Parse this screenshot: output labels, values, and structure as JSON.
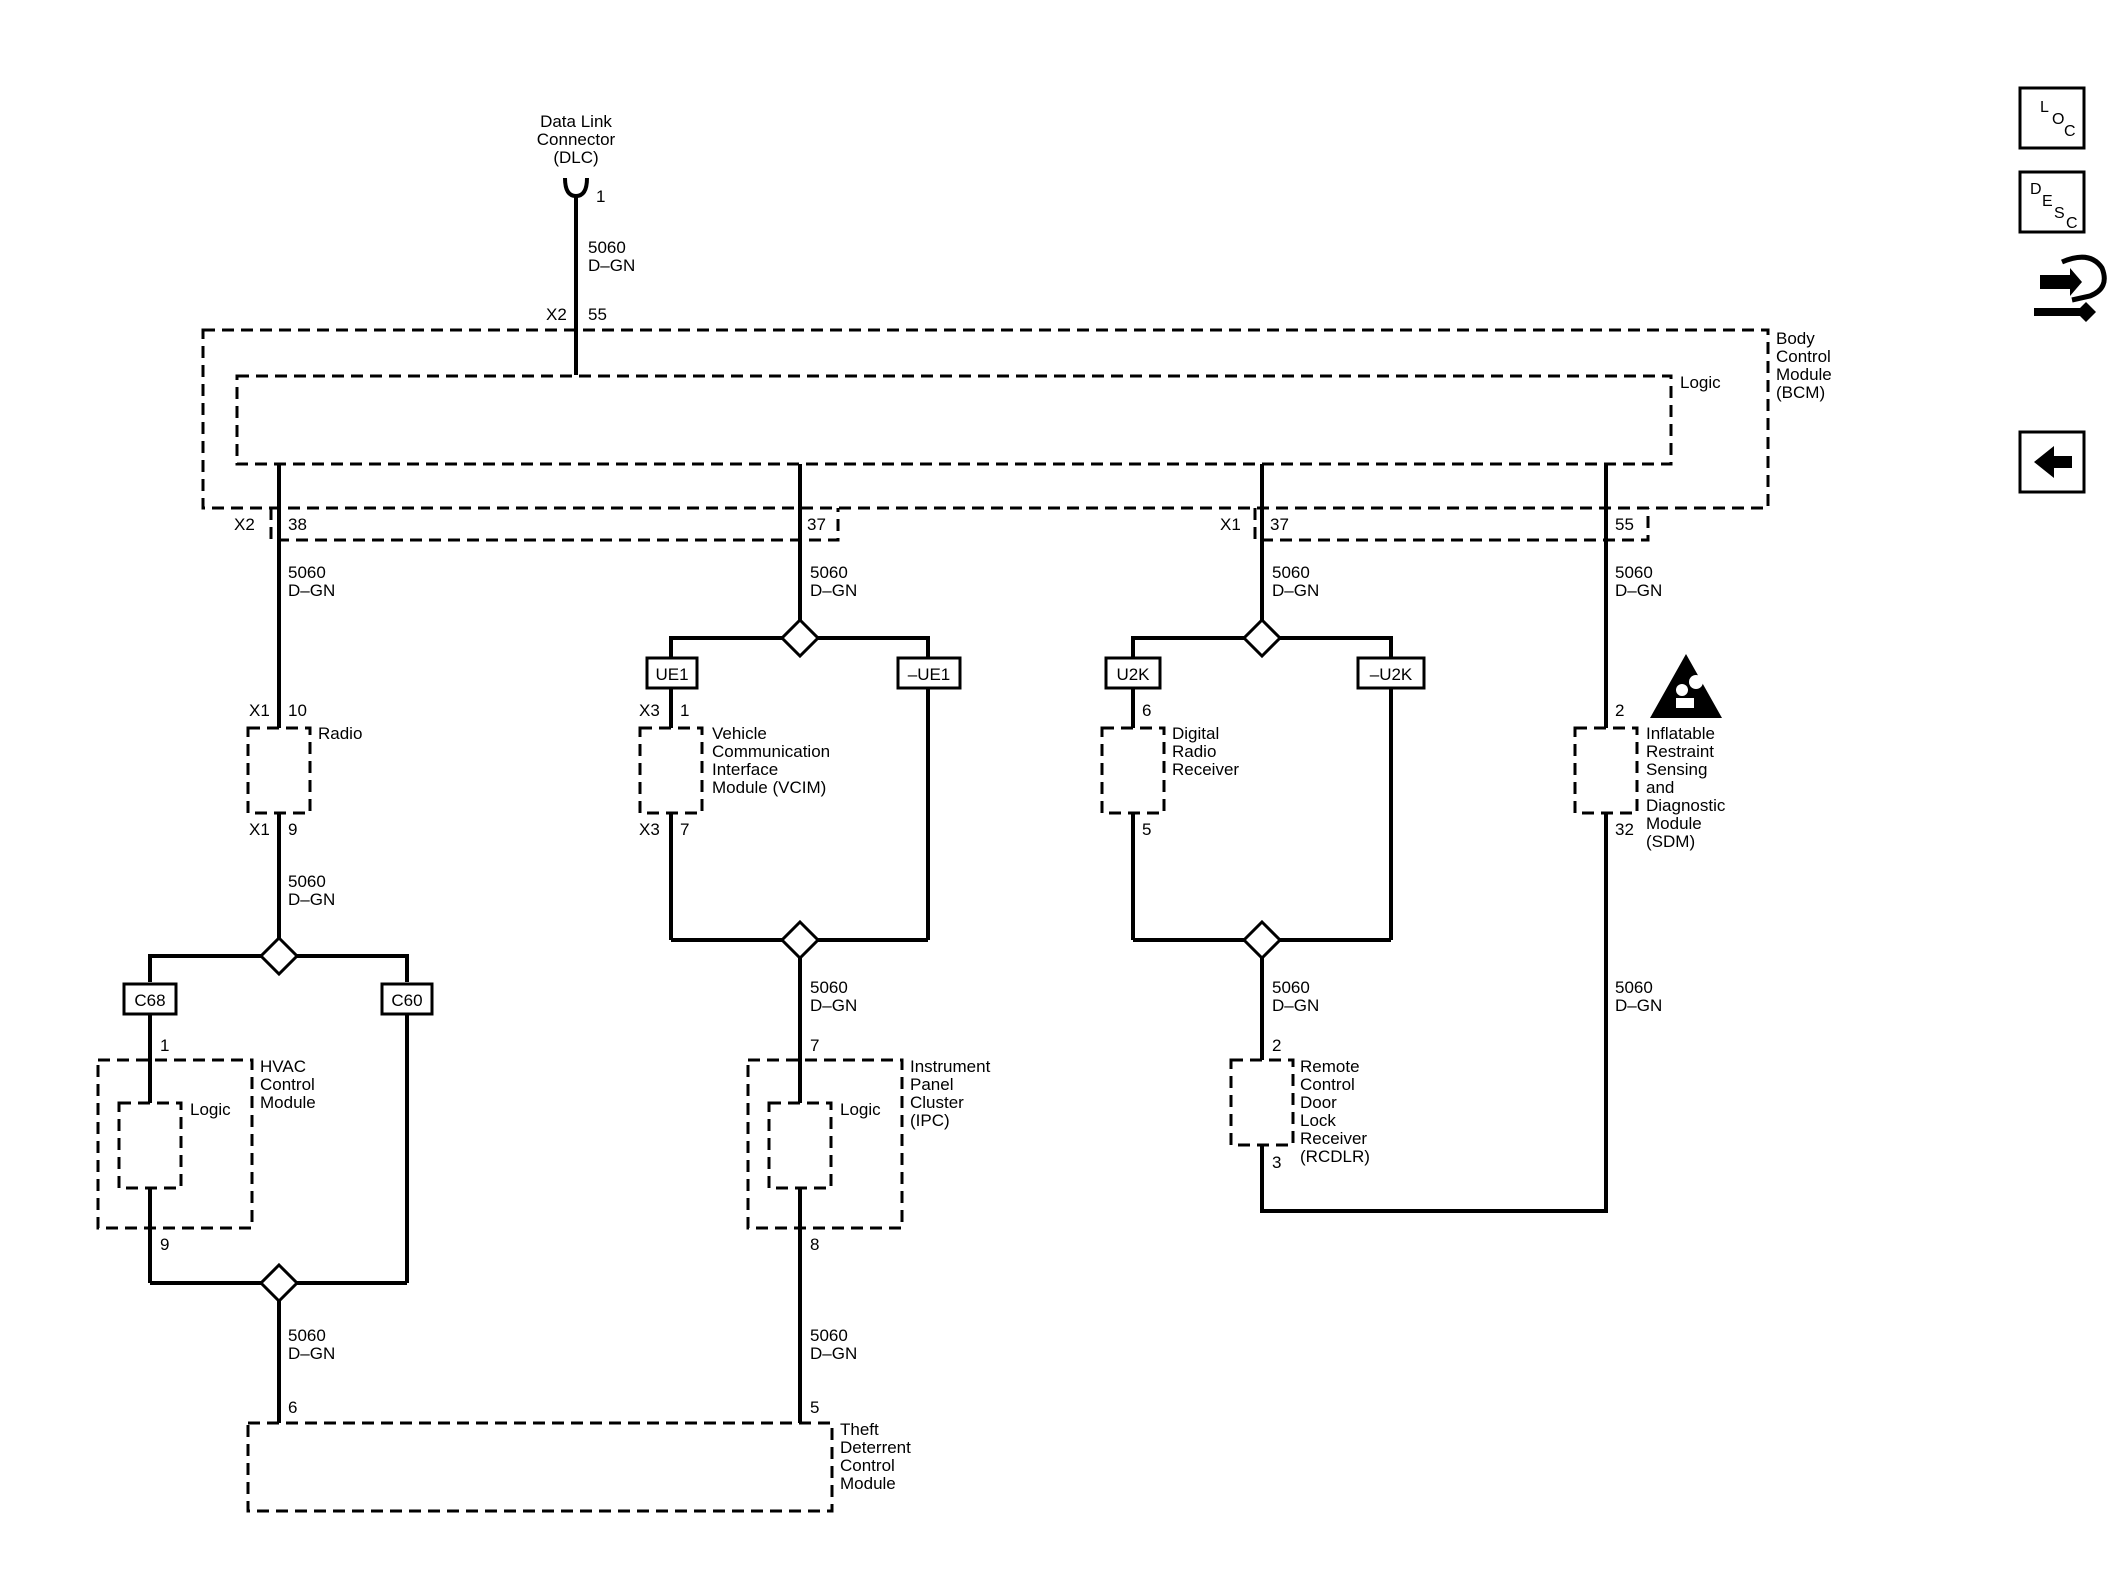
{
  "dlc": {
    "name_1": "Data Link",
    "name_2": "Connector",
    "name_3": "(DLC)",
    "pin": "1"
  },
  "wire": {
    "circuit": "5060",
    "color": "D–GN"
  },
  "bcm": {
    "name_1": "Body",
    "name_2": "Control",
    "name_3": "Module",
    "name_4": "(BCM)",
    "logic": "Logic",
    "x2": "X2",
    "x1": "X1",
    "p55": "55",
    "p38": "38",
    "p37a": "37",
    "p37b": "37",
    "p55b": "55"
  },
  "radio": {
    "name": "Radio",
    "x1a": "X1",
    "p10": "10",
    "x1b": "X1",
    "p9": "9"
  },
  "splices": {
    "ue1": "UE1",
    "nue1": "–UE1",
    "u2k": "U2K",
    "nu2k": "–U2K",
    "c68": "C68",
    "c60": "C60"
  },
  "vcim": {
    "name_1": "Vehicle",
    "name_2": "Communication",
    "name_3": "Interface",
    "name_4": "Module (VCIM)",
    "x3a": "X3",
    "p1": "1",
    "x3b": "X3",
    "p7": "7"
  },
  "drr": {
    "name_1": "Digital",
    "name_2": "Radio",
    "name_3": "Receiver",
    "p6": "6",
    "p5": "5"
  },
  "sdm": {
    "name_1": "Inflatable",
    "name_2": "Restraint",
    "name_3": "Sensing",
    "name_4": "and",
    "name_5": "Diagnostic",
    "name_6": "Module",
    "name_7": "(SDM)",
    "p2": "2",
    "p32": "32"
  },
  "hvac": {
    "name_1": "HVAC",
    "name_2": "Control",
    "name_3": "Module",
    "logic": "Logic",
    "p1": "1",
    "p9": "9"
  },
  "ipc": {
    "name_1": "Instrument",
    "name_2": "Panel",
    "name_3": "Cluster",
    "name_4": "(IPC)",
    "logic": "Logic",
    "p7": "7",
    "p8": "8"
  },
  "rcdlr": {
    "name_1": "Remote",
    "name_2": "Control",
    "name_3": "Door",
    "name_4": "Lock",
    "name_5": "Receiver",
    "name_6": "(RCDLR)",
    "p2": "2",
    "p3": "3"
  },
  "tdcm": {
    "name_1": "Theft",
    "name_2": "Deterrent",
    "name_3": "Control",
    "name_4": "Module",
    "p6": "6",
    "p5": "5"
  },
  "side_icons": {
    "loc": {
      "l1": "L",
      "l2": "O",
      "l3": "C"
    },
    "desc": {
      "l1": "D",
      "l2": "E",
      "l3": "S",
      "l4": "C"
    },
    "nav": [
      "hand-wrench-icon",
      "back-arrow-icon"
    ]
  }
}
